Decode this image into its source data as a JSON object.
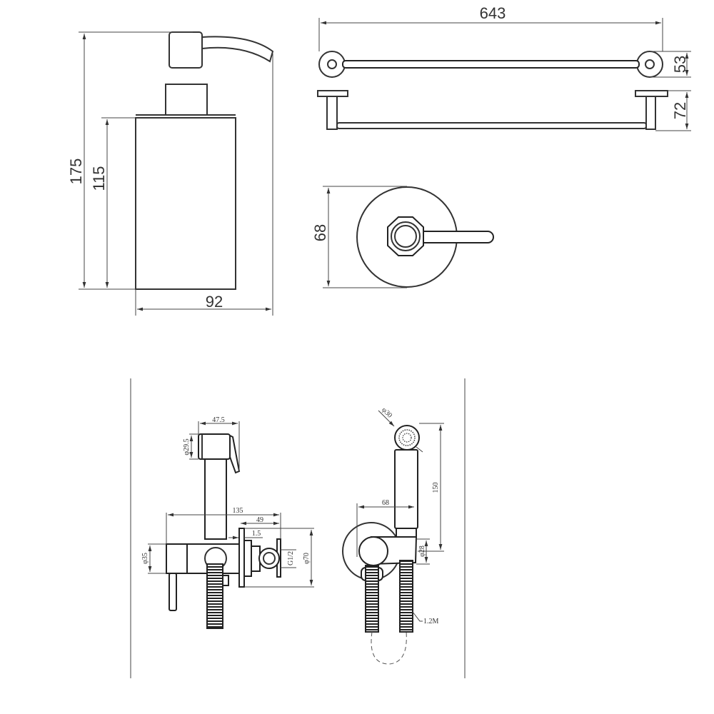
{
  "dispenser": {
    "height_total": "175",
    "height_body": "115",
    "width": "92"
  },
  "towel_bar": {
    "length": "643",
    "depth_top": "53",
    "depth_side": "72"
  },
  "holder": {
    "diameter": "68"
  },
  "bidet_side": {
    "head_width": "47.5",
    "head_diameter": "φ29.5",
    "total_length": "135",
    "valve_depth": "49",
    "plate": "1.5",
    "body_diameter": "φ35",
    "thread": "G1/2",
    "plate_diameter": "φ70"
  },
  "bidet_front": {
    "head_diameter": "φ30",
    "height": "150",
    "offset": "68",
    "holder_diameter": "φ28",
    "hose_length": "1.2M"
  }
}
